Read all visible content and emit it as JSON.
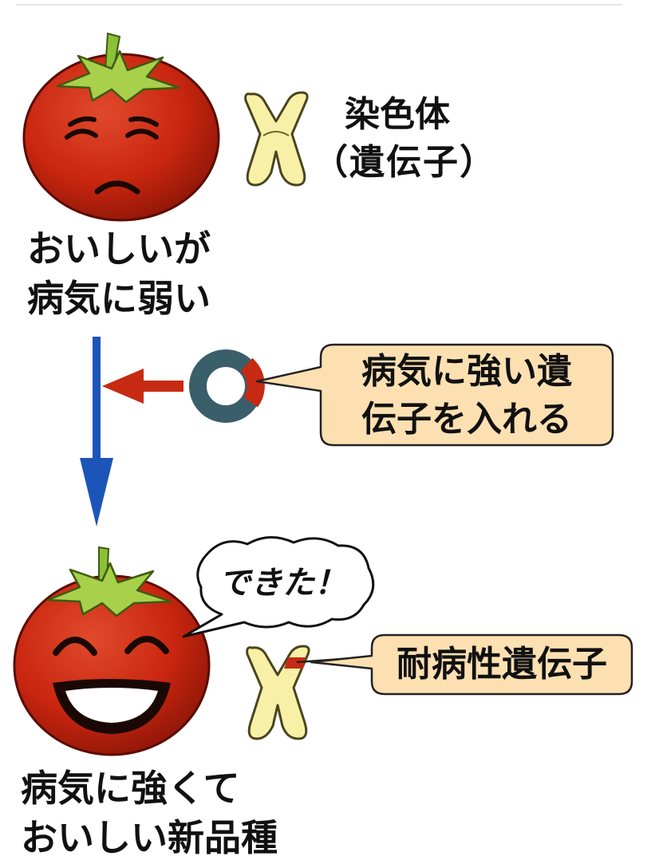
{
  "colors": {
    "tomato": "#cc2a14",
    "tomato_shade": "#8e1608",
    "leaf": "#9acb3c",
    "chromosome": "#f8f0a6",
    "blue_arrow": "#1c55b8",
    "red_arrow": "#c62a12",
    "plasmid": "#3a5e6a",
    "callout_fill": "#fde0b2",
    "callout_stroke": "#222222"
  },
  "icons": {
    "top_tomato": "sad-tomato-icon",
    "bottom_tomato": "happy-tomato-icon",
    "chromosome": "chromosome-icon",
    "plasmid": "plasmid-ring-icon"
  },
  "labels": {
    "chromosome_line1": "染色体",
    "chromosome_line2": "（遺伝子）",
    "tomato_before_line1": "おいしいが",
    "tomato_before_line2": "病気に弱い",
    "insert_line1": "病気に強い遺",
    "insert_line2": "伝子を入れる",
    "speech": "できた！",
    "resistance_gene": "耐病性遺伝子",
    "tomato_after_line1": "病気に強くて",
    "tomato_after_line2": "おいしい新品種"
  }
}
